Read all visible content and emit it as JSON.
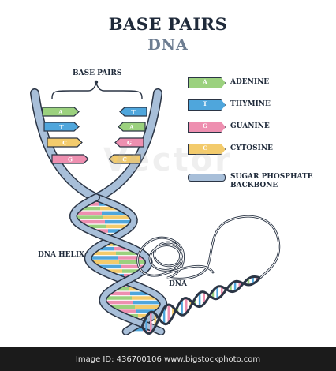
{
  "title": "BASE PAIRS",
  "subtitle": "DNA",
  "labels": {
    "base_pairs": "BASE PAIRS",
    "dna_helix": "DNA HELIX",
    "dna": "DNA"
  },
  "legend": [
    {
      "letter": "A",
      "name": "ADENINE",
      "color": "#9bd17e"
    },
    {
      "letter": "T",
      "name": "THYMINE",
      "color": "#4fa6dc"
    },
    {
      "letter": "G",
      "name": "GUANINE",
      "color": "#ee8fb0"
    },
    {
      "letter": "C",
      "name": "CYTOSINE",
      "color": "#f3cb6c"
    }
  ],
  "backbone_legend": {
    "line1": "SUGAR PHOSPHATE",
    "line2": "BACKBONE",
    "color": "#a8bfd9"
  },
  "pairs_left": [
    "A",
    "T",
    "C",
    "G"
  ],
  "pairs_right": [
    "T",
    "A",
    "G",
    "C"
  ],
  "watermark": "Vector",
  "banner": "Image ID: 436700106  www.bigstockphoto.com"
}
